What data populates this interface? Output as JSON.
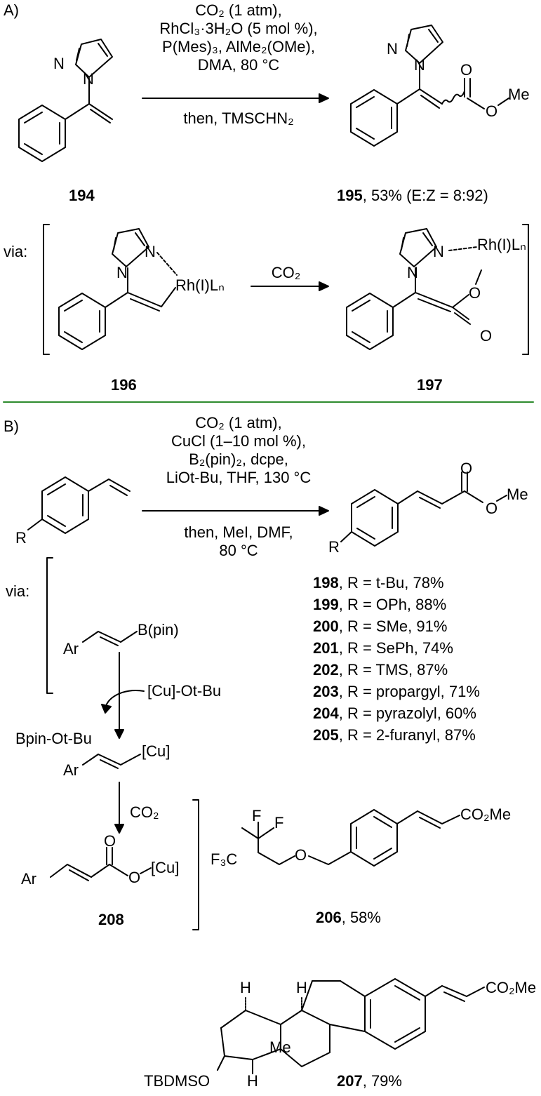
{
  "panelA": {
    "label": "A)",
    "conditions": [
      "CO₂ (1 atm),",
      "RhCl₃·3H₂O (5 mol %),",
      "P(Mes)₃, AlMe₂(OMe),",
      "DMA, 80 °C"
    ],
    "then": "then, TMSCHN₂",
    "sm_label": "194",
    "product_label": "195",
    "product_yield": ", 53% (E:Z = 8:92)",
    "atoms": {
      "N": "N",
      "O": "O",
      "Me": "Me"
    },
    "via": "via:",
    "int1_label": "196",
    "int1_metal": "Rh(I)Lₙ",
    "int2_label": "197",
    "int2_metal": "Rh(I)Lₙ",
    "co2": "CO₂"
  },
  "panelB": {
    "label": "B)",
    "conditions": [
      "CO₂ (1 atm),",
      "CuCl (1–10 mol %),",
      "B₂(pin)₂, dcpe,",
      "LiOt-Bu, THF, 130 °C"
    ],
    "then": [
      "then, MeI, DMF,",
      "80 °C"
    ],
    "R": "R",
    "products": [
      {
        "num": "198",
        "text": ", R = t-Bu, 78%"
      },
      {
        "num": "199",
        "text": ", R = OPh, 88%"
      },
      {
        "num": "200",
        "text": ", R = SMe, 91%"
      },
      {
        "num": "201",
        "text": ", R = SePh, 74%"
      },
      {
        "num": "202",
        "text": ", R = TMS, 87%"
      },
      {
        "num": "203",
        "text": ", R = propargyl, 71%"
      },
      {
        "num": "204",
        "text": ", R = pyrazolyl, 60%"
      },
      {
        "num": "205",
        "text": ", R = 2-furanyl, 87%"
      }
    ],
    "via": "via:",
    "vinylB": {
      "Ar": "Ar",
      "B": "B(pin)"
    },
    "cuOtBu": "[Cu]-Ot-Bu",
    "bpinOtBu": "Bpin-Ot-Bu",
    "vinylCu": {
      "Ar": "Ar",
      "Cu": "[Cu]"
    },
    "co2": "CO₂",
    "carboxylate": {
      "Ar": "Ar",
      "O1": "O",
      "O2": "O",
      "Cu": "[Cu]",
      "label": "208"
    },
    "p206": {
      "F1": "F",
      "F2": "F",
      "CF3": "F₃C",
      "O": "O",
      "ester": "CO₂Me",
      "num": "206",
      "yield": ", 58%"
    },
    "p207": {
      "ester": "CO₂Me",
      "H1": "H",
      "H2": "H",
      "H3": "H",
      "Me": "Me",
      "TBDMSO": "TBDMSO",
      "num": "207",
      "yield": ", 79%"
    }
  },
  "divider_color": "#2e8b2e"
}
